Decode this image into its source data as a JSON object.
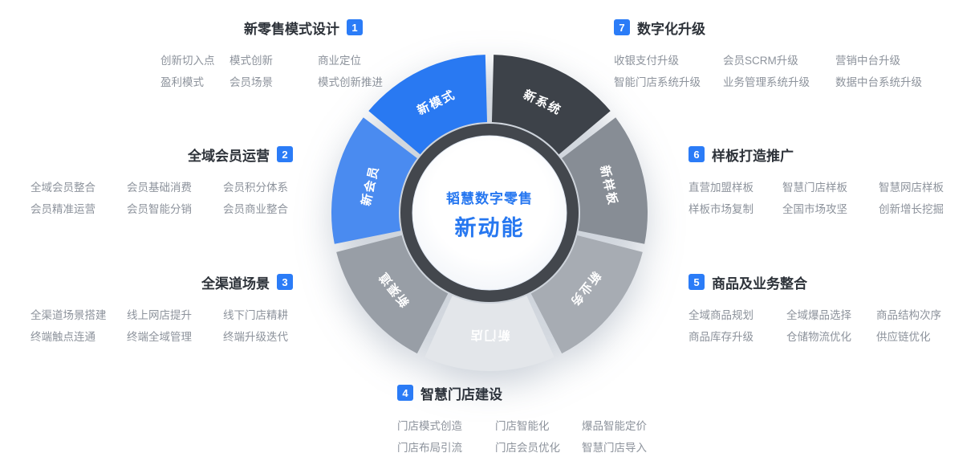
{
  "center": {
    "line1": "韬慧数字零售",
    "line2": "新动能"
  },
  "wheel": {
    "accent": "#2677f0",
    "ring_color": "#43474d",
    "segments": [
      {
        "label": "新系统",
        "color": "#3d4249"
      },
      {
        "label": "新样板",
        "color": "#878d95"
      },
      {
        "label": "新业务",
        "color": "#a7acb3"
      },
      {
        "label": "新门店",
        "color": "#e3e6ea"
      },
      {
        "label": "新渠道",
        "color": "#989ea6"
      },
      {
        "label": "新会员",
        "color": "#4a8bf0"
      },
      {
        "label": "新模式",
        "color": "#2979f2"
      }
    ]
  },
  "sections": [
    {
      "num": "1",
      "title": "新零售模式设计",
      "items": [
        [
          "创新切入点",
          "模式创新",
          "商业定位"
        ],
        [
          "盈利模式",
          "会员场景",
          "模式创新推进"
        ]
      ]
    },
    {
      "num": "2",
      "title": "全域会员运营",
      "items": [
        [
          "全域会员整合",
          "会员基础消费",
          "会员积分体系"
        ],
        [
          "会员精准运营",
          "会员智能分销",
          "会员商业整合"
        ]
      ]
    },
    {
      "num": "3",
      "title": "全渠道场景",
      "items": [
        [
          "全渠道场景搭建",
          "线上网店提升",
          "线下门店精耕"
        ],
        [
          "终端触点连通",
          "终端全域管理",
          "终端升级迭代"
        ]
      ]
    },
    {
      "num": "4",
      "title": "智慧门店建设",
      "items": [
        [
          "门店模式创造",
          "门店智能化",
          "爆品智能定价"
        ],
        [
          "门店布局引流",
          "门店会员优化",
          "智慧门店导入"
        ]
      ]
    },
    {
      "num": "5",
      "title": "商品及业务整合",
      "items": [
        [
          "全域商品规划",
          "全域爆品选择",
          "商品结构次序"
        ],
        [
          "商品库存升级",
          "仓储物流优化",
          "供应链优化"
        ]
      ]
    },
    {
      "num": "6",
      "title": "样板打造推广",
      "items": [
        [
          "直营加盟样板",
          "智慧门店样板",
          "智慧网店样板"
        ],
        [
          "样板市场复制",
          "全国市场攻坚",
          "创新增长挖掘"
        ]
      ]
    },
    {
      "num": "7",
      "title": "数字化升级",
      "items": [
        [
          "收银支付升级",
          "会员SCRM升级",
          "营销中台升级"
        ],
        [
          "智能门店系统升级",
          "业务管理系统升级",
          "数据中台系统升级"
        ]
      ]
    }
  ]
}
